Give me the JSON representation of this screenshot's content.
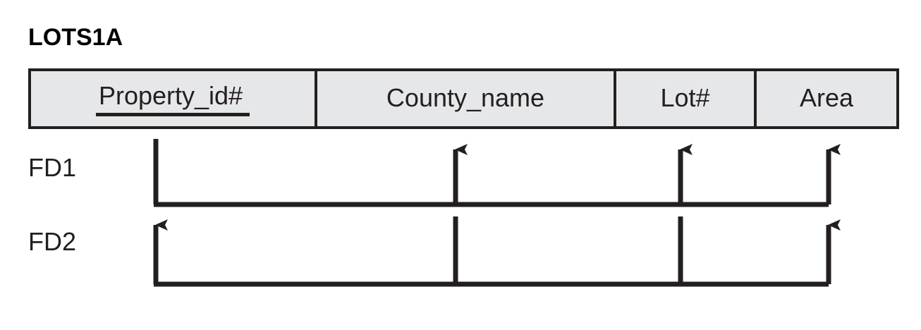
{
  "diagram": {
    "type": "functional-dependency-diagram",
    "relation_title": "LOTS1A",
    "stroke_color": "#231f20",
    "cell_fill_color": "#e6e7e9",
    "background_color": "#ffffff"
  },
  "table": {
    "columns": [
      {
        "name": "Property_id#",
        "is_primary_key": true
      },
      {
        "name": "County_name",
        "is_primary_key": false
      },
      {
        "name": "Lot#",
        "is_primary_key": false
      },
      {
        "name": "Area",
        "is_primary_key": false
      }
    ]
  },
  "dependencies": [
    {
      "label": "FD1",
      "determinants": [
        "Property_id#"
      ],
      "dependents": [
        "County_name",
        "Lot#",
        "Area"
      ]
    },
    {
      "label": "FD2",
      "determinants": [
        "County_name",
        "Lot#"
      ],
      "dependents": [
        "Property_id#",
        "Area"
      ]
    }
  ]
}
